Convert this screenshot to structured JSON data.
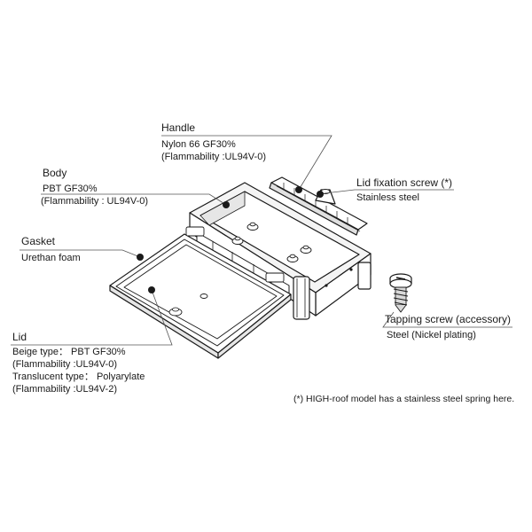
{
  "labels": {
    "handle": {
      "title": "Handle",
      "material": "Nylon 66 GF30%",
      "flammability": "(Flammability :UL94V-0)"
    },
    "body": {
      "title": "Body",
      "material": "PBT GF30%",
      "flammability": "(Flammability : UL94V-0)"
    },
    "lid_screw": {
      "title": "Lid fixation screw (*)",
      "material": "Stainless steel"
    },
    "gasket": {
      "title": "Gasket",
      "material": "Urethan foam"
    },
    "tapping_screw": {
      "title": "Tapping screw (accessory)",
      "material": "Steel (Nickel plating)"
    },
    "lid": {
      "title": "Lid",
      "beige": "Beige type： PBT GF30%",
      "beige_flam": "(Flammability :UL94V-0)",
      "translucent": "Translucent type： Polyarylate",
      "translucent_flam": "(Flammability :UL94V-2)"
    }
  },
  "footnote": "(*) HIGH-roof model has a stainless steel spring here.",
  "colors": {
    "line": "#1a1a1a",
    "fill": "#ffffff",
    "shade": "#d9d9d9",
    "callout": "#555555"
  }
}
